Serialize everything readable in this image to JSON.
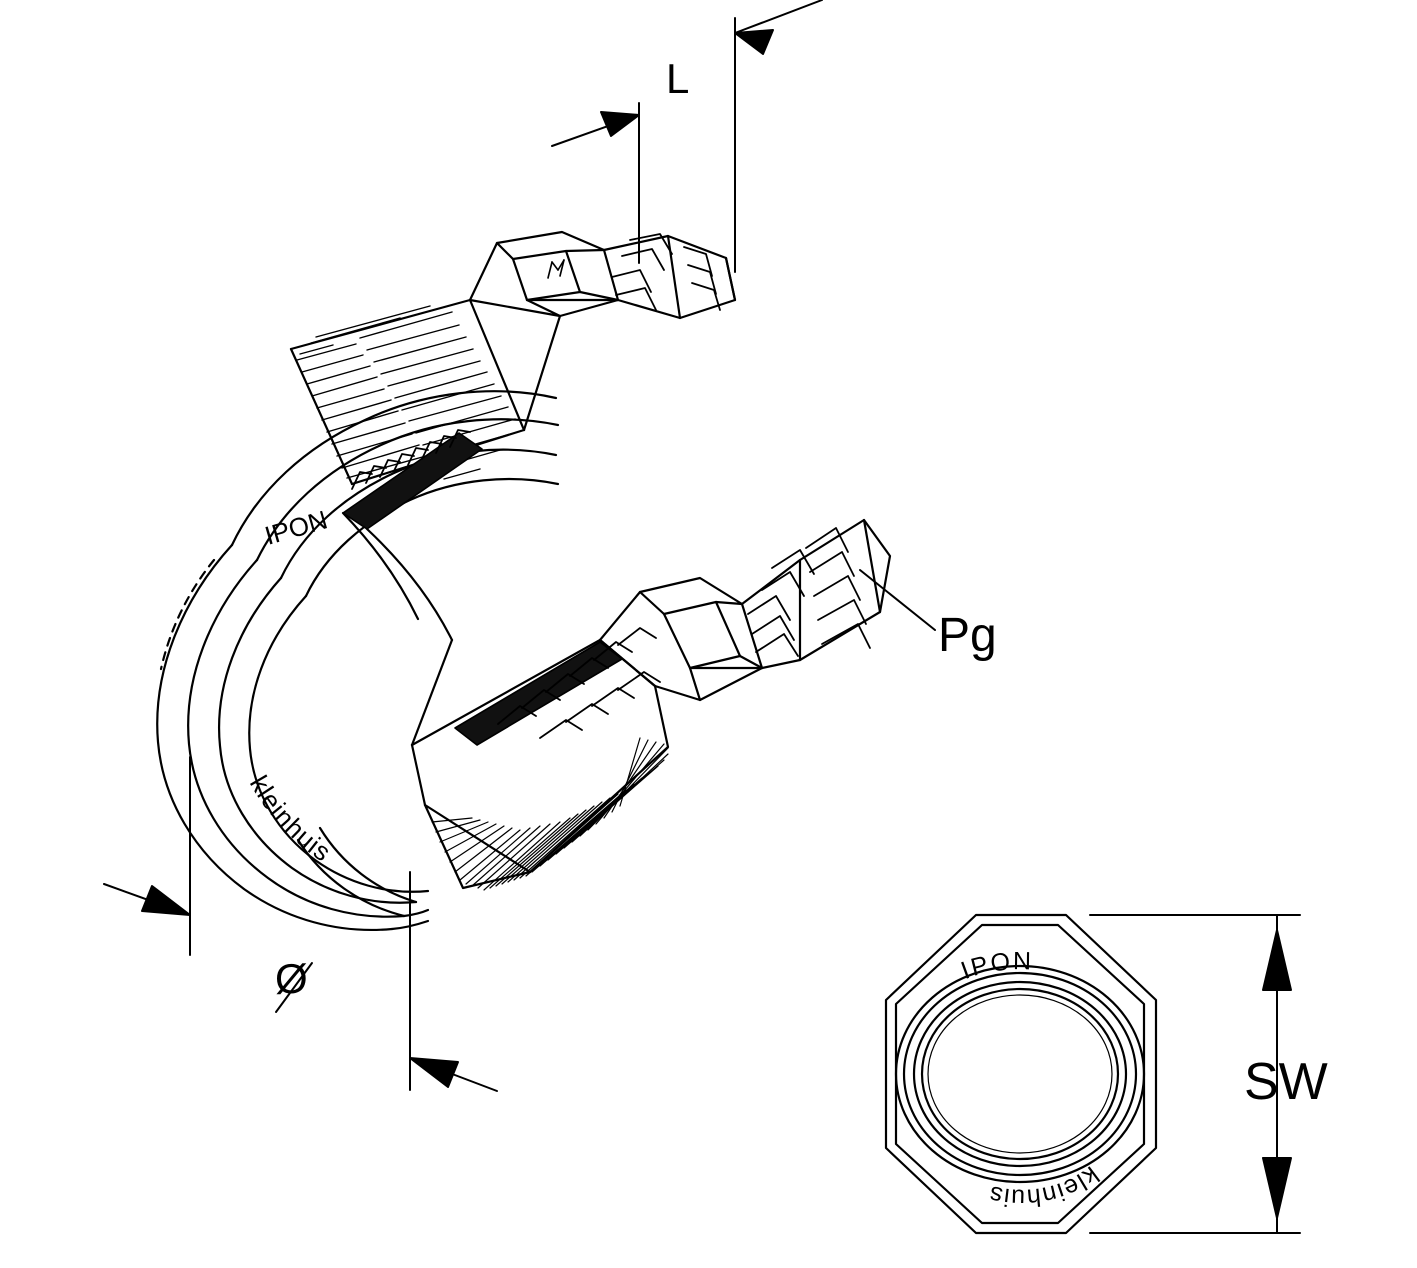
{
  "drawing": {
    "type": "technical-line-drawing",
    "subject": "cable gland assembly, isometric view with hexagonal end view",
    "labels": {
      "length": "L",
      "thread": "Pg",
      "width_across_flats": "SW",
      "diameter": "Ø"
    },
    "engravings": {
      "brand_top": "IPON",
      "brand_bottom": "kleinhuis",
      "hex_top": "IPON",
      "hex_bottom": "kleinhuis",
      "cap_mark": "M"
    },
    "colors": {
      "line": "#000000",
      "background": "#ffffff",
      "fill_dark": "#111111"
    }
  }
}
